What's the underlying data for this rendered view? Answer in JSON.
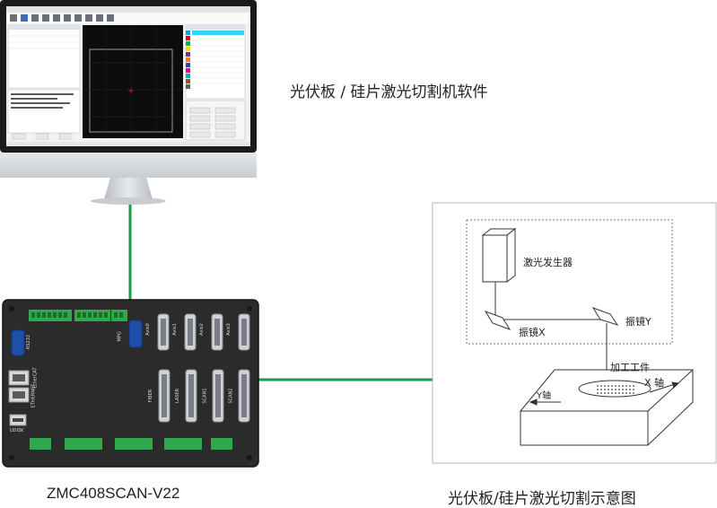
{
  "software_label": "光伏板 / 硅片激光切割机软件",
  "controller_label": "ZMC408SCAN-V22",
  "schematic_caption": "光伏板/硅片激光切割示意图",
  "schematic": {
    "laser_generator": "激光发生器",
    "galvo_x": "振镜X",
    "galvo_y": "振镜Y",
    "workpiece": "加工工件",
    "y_axis": "Y轴",
    "x_axis": "X 轴"
  },
  "controller_ports": {
    "rs232": "RS232",
    "mpg": "MPG",
    "axis0": "Axis0",
    "axis1": "Axis1",
    "axis2": "Axis2",
    "axis3": "Axis3",
    "ethernet": "ETHERNET",
    "ethercat": "EtherCAT",
    "fiber": "FIBER",
    "laser": "LASER",
    "scan1": "SCAN1",
    "scan2": "SCAN2",
    "udisk": "UDISK"
  },
  "colors": {
    "link_green": "#1a9a4a",
    "controller_body": "#2b2b2b",
    "terminal_green": "#2fa84f",
    "port_blue": "#1f4fa8",
    "software_accent": "#1e7bd6"
  }
}
